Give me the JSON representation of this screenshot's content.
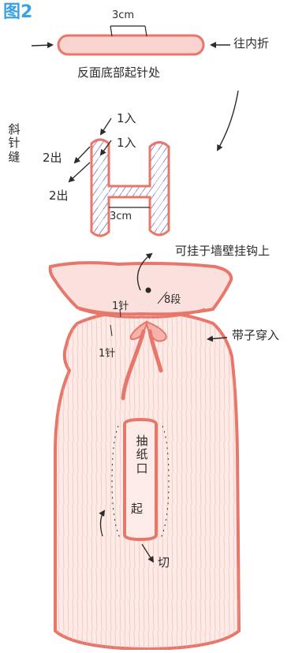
{
  "figure": {
    "title": "图2",
    "colors": {
      "accent": "#3aa1e3",
      "pink": "#e8776b",
      "pink_fill": "#f8d3cf",
      "blue_hatch": "#8f8ad6",
      "ink": "#2b2b2b"
    }
  },
  "top_piece": {
    "width_label": "3cm",
    "fold_label": "往内折",
    "caption": "反面底部起针处"
  },
  "middle_piece": {
    "stitch_label": "斜针缝",
    "in_label_1": "1入",
    "in_label_2": "1入",
    "out_label_1": "2出",
    "out_label_2": "2出",
    "width_label": "3cm"
  },
  "bag": {
    "hang_label": "可挂于墙壁挂钩上",
    "rows_label": "8段",
    "stitch_label_1": "1针",
    "stitch_label_2": "1针",
    "belt_label": "带子穿入",
    "opening_label": "抽纸口",
    "start_label": "起",
    "cut_label": "切"
  }
}
